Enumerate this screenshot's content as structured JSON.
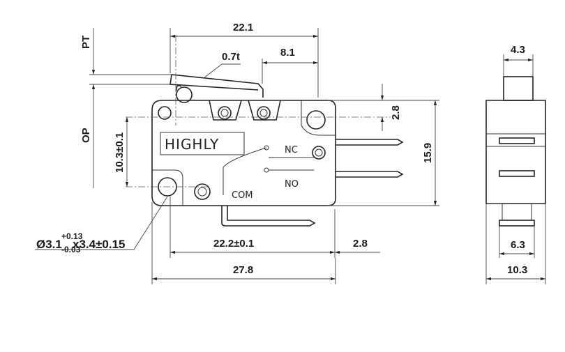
{
  "front_view": {
    "brand": "HIGHLY",
    "terminal_nc": "NC",
    "terminal_no": "NO",
    "terminal_com": "COM"
  },
  "dimensions": {
    "overall_width": "27.8",
    "pivot_to_lever_end": "22.1",
    "lever_thickness": "0.7t",
    "lever_tip_offset": "8.1",
    "hole_offset_top": "2.8",
    "body_height": "15.9",
    "hole_spacing_vertical": "10.3±0.1",
    "hole_spacing_horizontal": "22.2±0.1",
    "terminal_extension": "2.8",
    "hole_diameter": "Ø3.1",
    "hole_diameter_tol_plus": "+0.13",
    "hole_diameter_tol_minus": "-0.03",
    "hole_depth": "x3.4±0.15",
    "pt_label": "PT",
    "op_label": "OP"
  },
  "side_view": {
    "plunger_width": "4.3",
    "terminal_width": "6.3",
    "body_depth": "10.3"
  }
}
